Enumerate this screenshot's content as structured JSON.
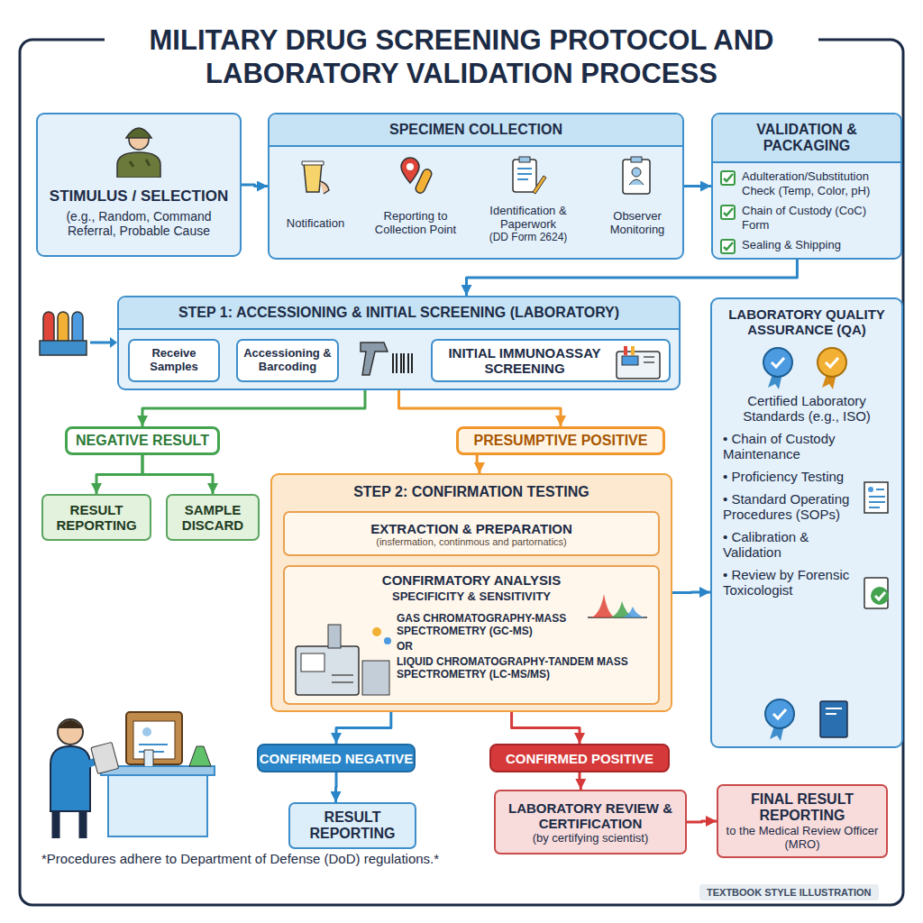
{
  "diagram": {
    "title": "MILITARY DRUG SCREENING PROTOCOL AND LABORATORY VALIDATION PROCESS",
    "nodes": [
      {
        "text": [
          "STIMULUS / SELECTION",
          "(e.g., Random, Command Referral, Probable Cause"
        ]
      },
      {
        "text": [
          "SPECIMEN COLLECTION"
        ]
      },
      {
        "text": [
          "Notification"
        ],
        "in": 1
      },
      {
        "text": [
          "Reporting to Collection Point"
        ],
        "in": 1
      },
      {
        "text": [
          "Identification & Paperwork",
          "(DD Form 2624)"
        ],
        "in": 1
      },
      {
        "text": [
          "Observer Monitoring"
        ],
        "in": 1
      },
      {
        "text": [
          "VALIDATION & PACKAGING",
          "Adulteration/Substitution Check (Temp, Color, pH)",
          "Chain of Custody (CoC) Form",
          "Sealing & Shipping"
        ]
      },
      {
        "text": [
          "STEP 1: ACCESSIONING & INITIAL SCREENING (LABORATORY)"
        ]
      },
      {
        "text": [
          "Receive Samples"
        ],
        "in": 7
      },
      {
        "text": [
          "Accessioning & Barcoding"
        ],
        "in": 7
      },
      {
        "text": [
          "INITIAL IMMUNOASSAY SCREENING"
        ],
        "in": 7
      },
      {
        "text": [
          "LABORATORY QUALITY ASSURANCE (QA)",
          "Certified Laboratory Standards (e.g., ISO)",
          "• Chain of Custody Maintenance",
          "• Proficiency Testing",
          "• Standard Operating Procedures (SOPs)",
          "• Calibration & Validation",
          "• Review by Forensic Toxicologist"
        ]
      },
      {
        "text": [
          "NEGATIVE RESULT"
        ]
      },
      {
        "text": [
          "RESULT REPORTING"
        ]
      },
      {
        "text": [
          "SAMPLE DISCARD"
        ]
      },
      {
        "text": [
          "PRESUMPTIVE POSITIVE"
        ]
      },
      {
        "text": [
          "STEP 2: CONFIRMATION TESTING"
        ]
      },
      {
        "text": [
          "EXTRACTION & PREPARATION",
          "(insfermation, continmous and partornatics)"
        ],
        "in": 16
      },
      {
        "text": [
          "CONFIRMATORY ANALYSIS",
          "SPECIFICITY & SENSITIVITY",
          "GAS CHROMATOGRAPHY-MASS SPECTROMETRY (GC-MS)",
          "OR",
          "LIQUID CHROMATOGRAPHY-TANDEM MASS SPECTROMETRY (LC-MS/MS)"
        ],
        "in": 16
      },
      {
        "text": [
          "CONFIRMED NEGATIVE"
        ]
      },
      {
        "text": [
          "RESULT REPORTING"
        ]
      },
      {
        "text": [
          "CONFIRMED POSITIVE"
        ]
      },
      {
        "text": [
          "LABORATORY REVIEW & CERTIFICATION",
          "(by certifying scientist)"
        ]
      },
      {
        "text": [
          "FINAL RESULT REPORTING",
          "to the Medical Review Officer (MRO)"
        ]
      }
    ],
    "edges": [
      {
        "from": 0,
        "to": 1,
        "arrow": "to"
      },
      {
        "from": 2,
        "to": 3,
        "arrow": "to"
      },
      {
        "from": 3,
        "to": 4,
        "arrow": "to"
      },
      {
        "from": 4,
        "to": 5,
        "arrow": "to"
      },
      {
        "from": 1,
        "to": 6,
        "arrow": "to"
      },
      {
        "from": 6,
        "to": 7,
        "arrow": "to"
      },
      {
        "from": 8,
        "to": 9,
        "arrow": "to"
      },
      {
        "from": 9,
        "to": 10,
        "arrow": "to"
      },
      {
        "from": 7,
        "to": 12,
        "arrow": "to"
      },
      {
        "from": 7,
        "to": 15,
        "arrow": "to"
      },
      {
        "from": 12,
        "to": 13,
        "arrow": "to"
      },
      {
        "from": 12,
        "to": 14,
        "arrow": "to"
      },
      {
        "from": 15,
        "to": 16,
        "arrow": "to"
      },
      {
        "from": 17,
        "to": 18,
        "arrow": "to"
      },
      {
        "from": 16,
        "to": 11,
        "arrow": "to"
      },
      {
        "from": 16,
        "to": 19,
        "arrow": "to"
      },
      {
        "from": 16,
        "to": 21,
        "arrow": "to"
      },
      {
        "from": 19,
        "to": 20,
        "arrow": "to"
      },
      {
        "from": 21,
        "to": 22,
        "arrow": "to"
      },
      {
        "from": 22,
        "to": 23,
        "arrow": "to"
      }
    ],
    "labels": [
      "*Procedures adhere to Department of Defense (DoD) regulations.*",
      "TEXTBOOK STYLE ILLUSTRATION"
    ]
  }
}
